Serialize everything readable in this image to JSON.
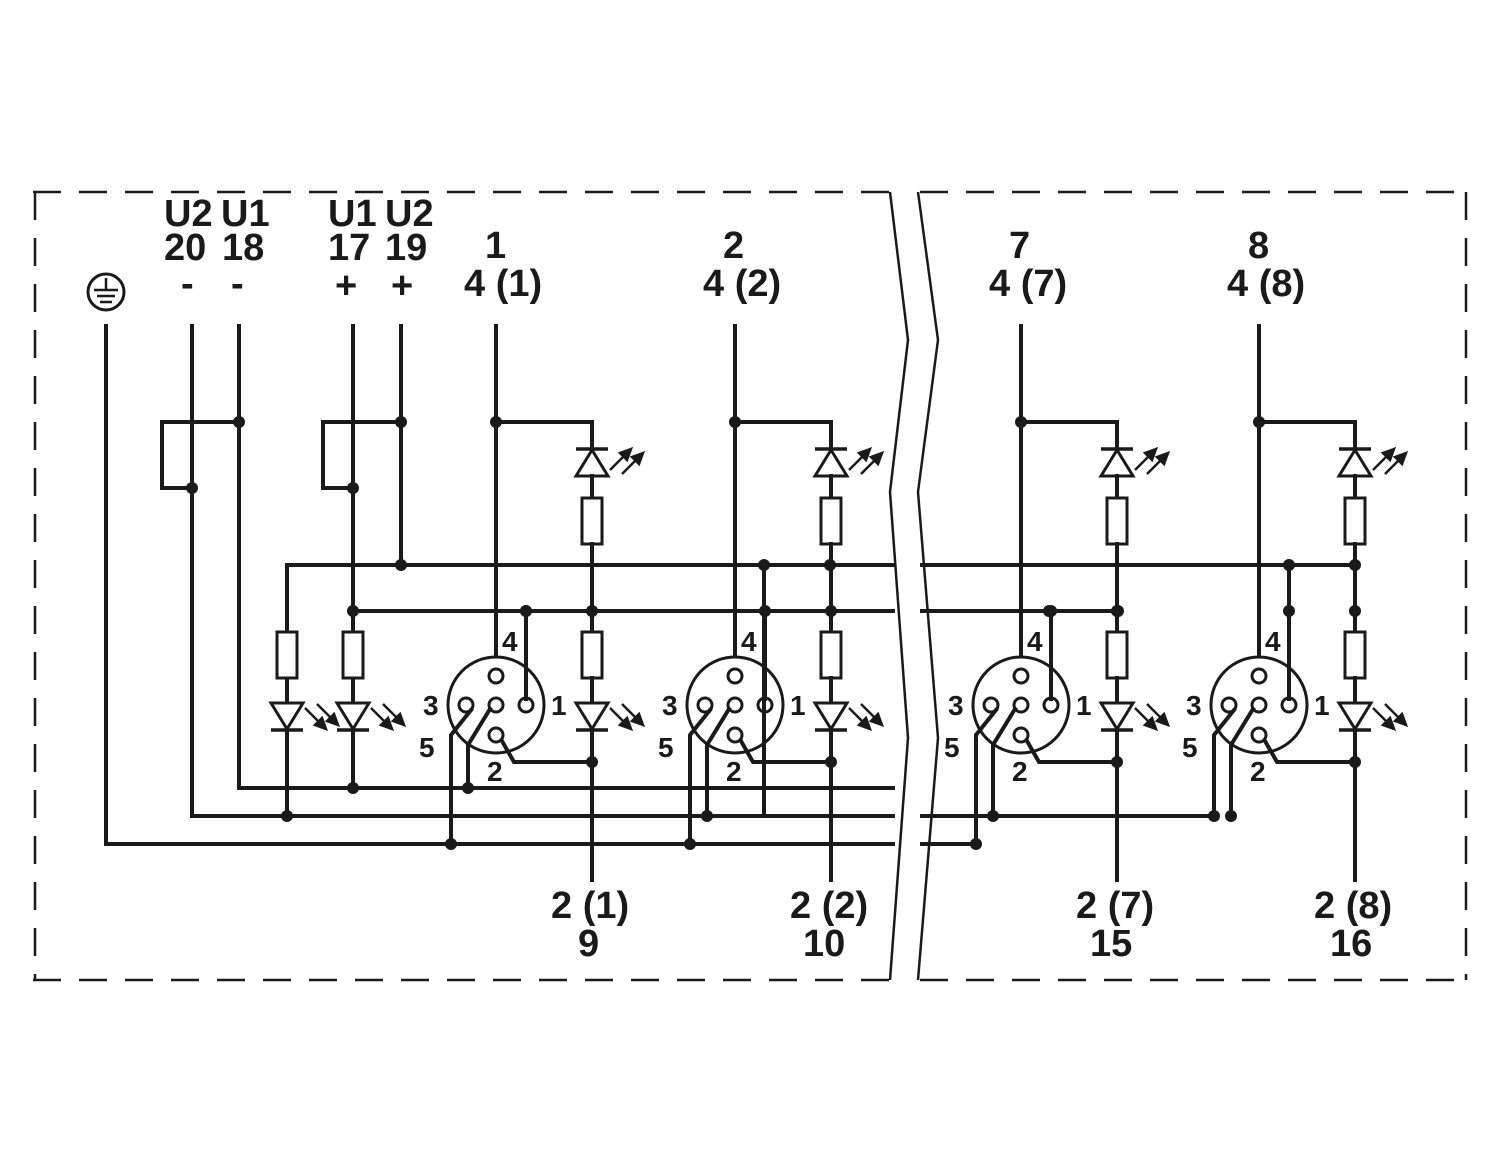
{
  "terminals": {
    "ground": {
      "icon": "ground-icon"
    },
    "u2_minus": {
      "name": "U2",
      "number": "20",
      "sign": "-"
    },
    "u1_minus": {
      "name": "U1",
      "number": "18",
      "sign": "-"
    },
    "u1_plus": {
      "name": "U1",
      "number": "17",
      "sign": "+"
    },
    "u2_plus": {
      "name": "U2",
      "number": "19",
      "sign": "+"
    }
  },
  "channels": [
    {
      "top_index": "1",
      "top_label": "4 (1)",
      "bottom_label": "2 (1)",
      "bottom_index": "9"
    },
    {
      "top_index": "2",
      "top_label": "4 (2)",
      "bottom_label": "2 (2)",
      "bottom_index": "10"
    },
    {
      "top_index": "7",
      "top_label": "4 (7)",
      "bottom_label": "2 (7)",
      "bottom_index": "15"
    },
    {
      "top_index": "8",
      "top_label": "4 (8)",
      "bottom_label": "2 (8)",
      "bottom_index": "16"
    }
  ],
  "connector_pins": {
    "p1": "1",
    "p2": "2",
    "p3": "3",
    "p4": "4",
    "p5": "5"
  }
}
